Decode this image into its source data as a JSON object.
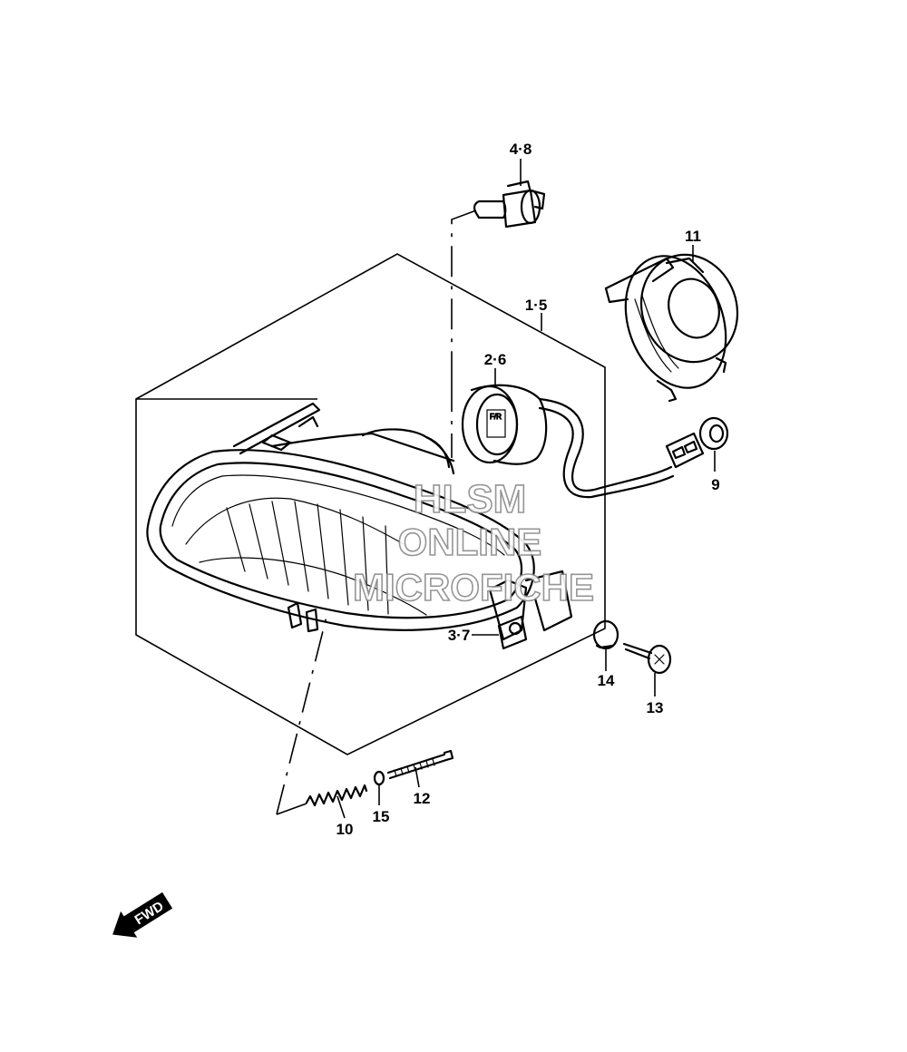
{
  "callouts": {
    "c48": "4·8",
    "c11": "11",
    "c15": "1·5",
    "c26": "2·6",
    "c9": "9",
    "c37": "3·7",
    "c14": "14",
    "c13": "13",
    "c10": "10",
    "c15b": "15",
    "c12": "12"
  },
  "watermark": {
    "line1": "HLSM",
    "line2": "ONLINE",
    "line3": "MICROFICHE"
  },
  "fwd_arrow": {
    "label": "FWD"
  }
}
